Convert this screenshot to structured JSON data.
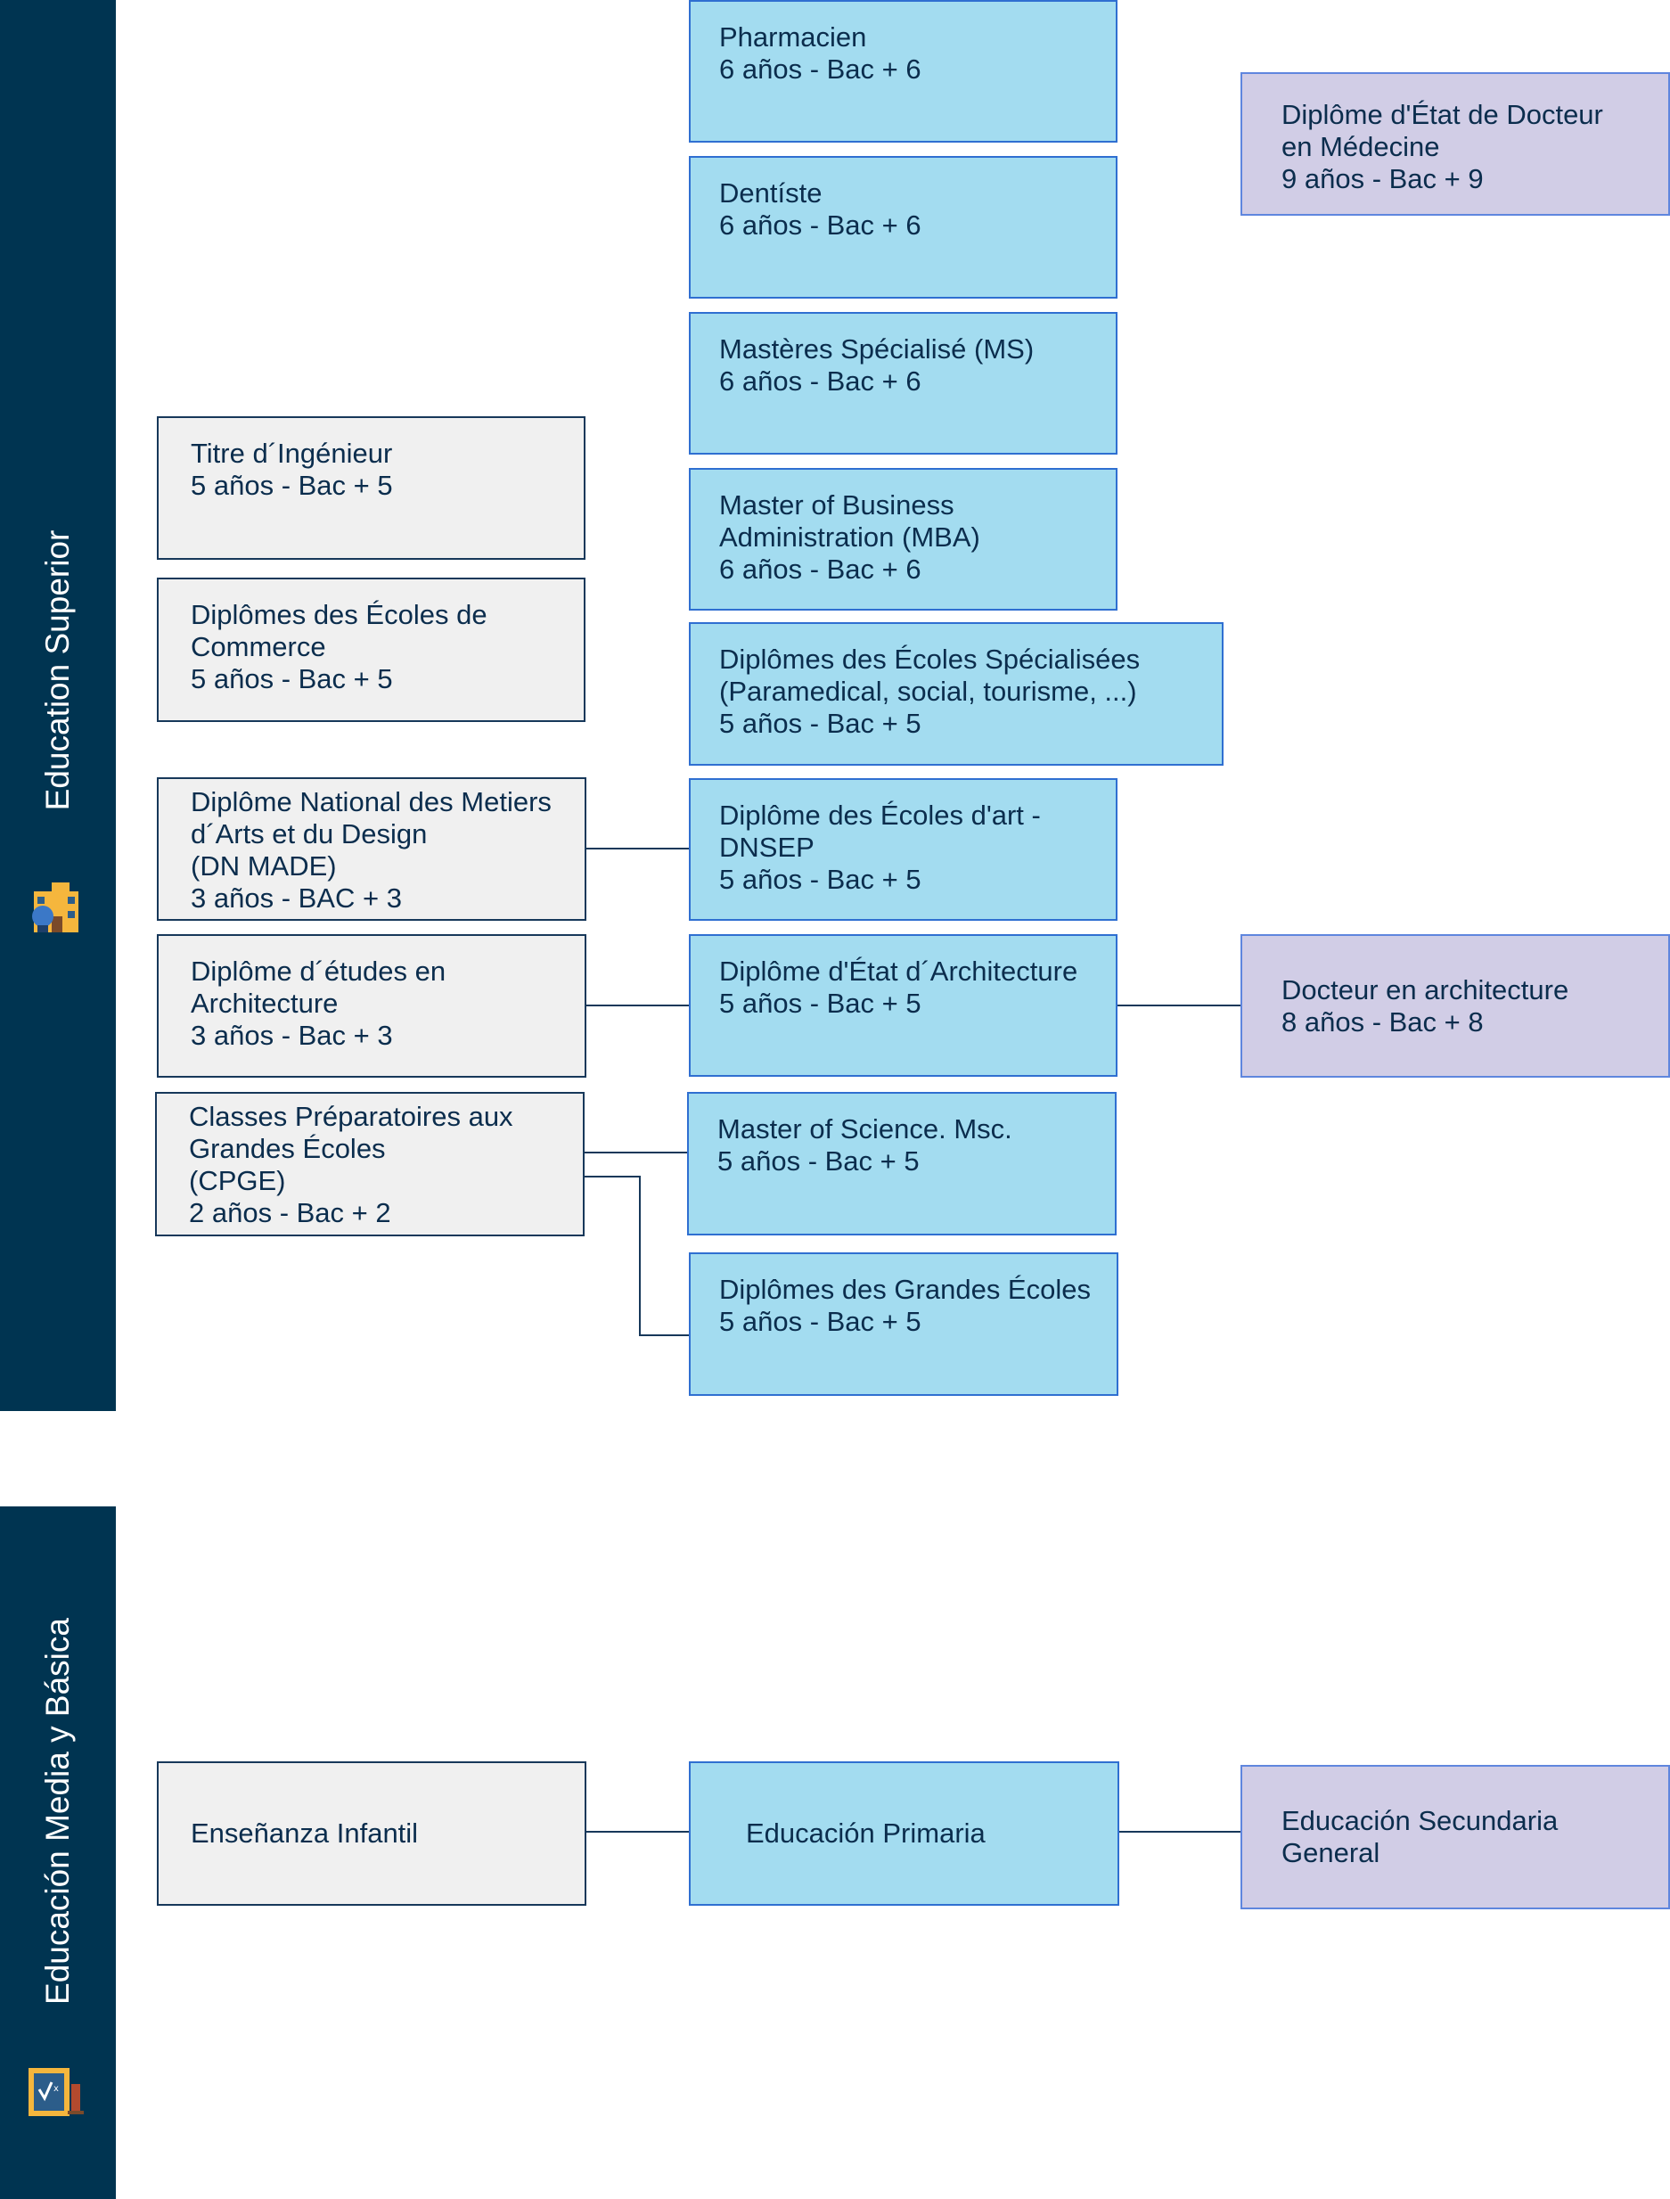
{
  "sections": {
    "superior": {
      "label": "Education Superior",
      "icon": "school-building-icon"
    },
    "basica": {
      "label": "Educación Media y Básica",
      "icon": "classroom-board-icon"
    }
  },
  "colors": {
    "sidebar": "#003451",
    "gray_box": "#f0f0f0",
    "blue_box": "#a3dcf0",
    "purple_box": "#d1cde6",
    "text": "#0b2d4d"
  },
  "boxes": {
    "pharmacien": [
      "Pharmacien",
      "6 años - Bac + 6"
    ],
    "dentiste": [
      "Dentíste",
      "6 años - Bac + 6"
    ],
    "ms": [
      "Mastères Spécialisé (MS)",
      "6 años - Bac + 6"
    ],
    "mba": [
      "Master of Business",
      "Administration (MBA)",
      "6 años - Bac + 6"
    ],
    "specialisees": [
      "Diplômes des Écoles Spécialisées",
      "(Paramedical, social, tourisme, ...)",
      "5 años - Bac + 5"
    ],
    "art": [
      "Diplôme des Écoles d'art -",
      "DNSEP",
      "5 años - Bac + 5"
    ],
    "architecture_etat": [
      "Diplôme d'État d´Architecture",
      "5 años - Bac + 5"
    ],
    "msc": [
      "Master of Science. Msc.",
      "5 años - Bac + 5"
    ],
    "grandes_ecoles": [
      "Diplômes des Grandes Écoles",
      "5 años - Bac + 5"
    ],
    "medecine": [
      "Diplôme d'État de Docteur",
      "en Médecine",
      "9 años - Bac + 9"
    ],
    "docteur_archi": [
      "Docteur en architecture",
      "8 años - Bac + 8"
    ],
    "ingenieur": [
      "Titre d´Ingénieur",
      "5 años - Bac + 5"
    ],
    "commerce": [
      "Diplômes des Écoles de",
      "Commerce",
      "5 años - Bac + 5"
    ],
    "dnmade": [
      "Diplôme National des Metiers",
      "d´Arts et du Design",
      "(DN MADE)",
      "3 años - BAC + 3"
    ],
    "etudes_archi": [
      "Diplôme d´études en",
      "Architecture",
      "3 años - Bac + 3"
    ],
    "cpge": [
      "Classes Préparatoires aux",
      "Grandes Écoles",
      "(CPGE)",
      "2 años - Bac + 2"
    ],
    "infantil": [
      "Enseñanza Infantil"
    ],
    "primaria": [
      "Educación Primaria"
    ],
    "secundaria": [
      "Educación Secundaria",
      "General"
    ]
  }
}
